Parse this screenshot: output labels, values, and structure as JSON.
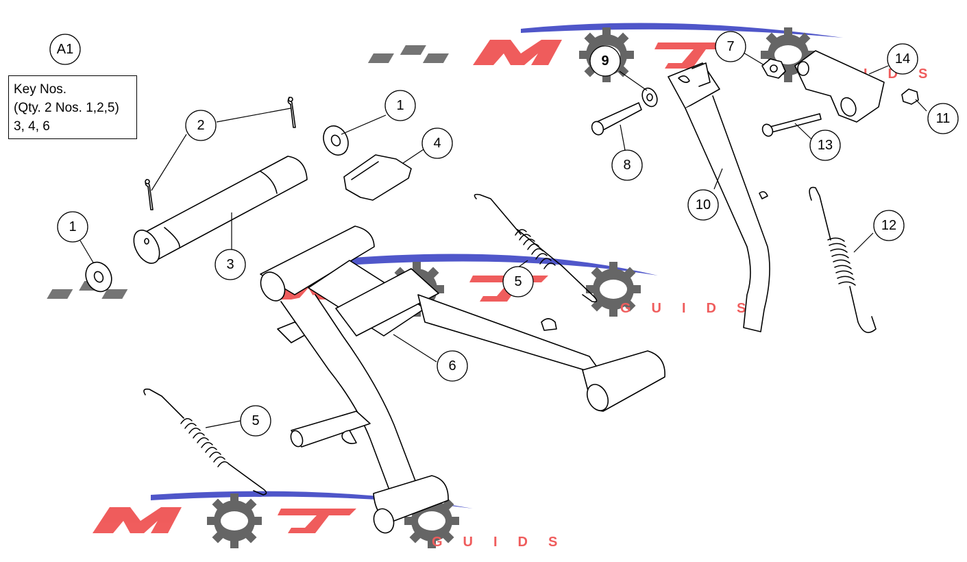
{
  "diagram": {
    "view_label": "A1",
    "key_box": {
      "line1": "Key Nos.",
      "line2": "(Qty. 2 Nos. 1,2,5)",
      "line3": "3, 4, 6"
    },
    "callouts": [
      "1",
      "1",
      "2",
      "3",
      "4",
      "5",
      "5",
      "6",
      "7",
      "8",
      "9",
      "10",
      "11",
      "12",
      "13",
      "14"
    ],
    "watermark": {
      "brand_letters": "MOTO",
      "sub_text": "GUIDS",
      "colors": {
        "red": "#ee4b4b",
        "blue": "#3d44c4",
        "gray": "#5a5a5a"
      }
    }
  }
}
